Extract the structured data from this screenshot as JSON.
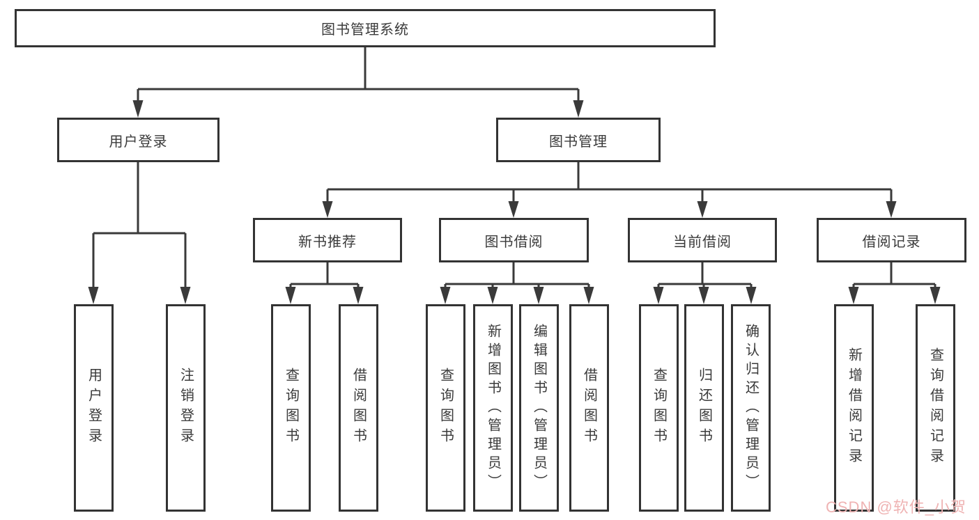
{
  "diagram": {
    "root": {
      "label": "图书管理系统"
    },
    "level2": [
      {
        "label": "用户登录"
      },
      {
        "label": "图书管理"
      }
    ],
    "level3": [
      {
        "label": "新书推荐",
        "parent": "图书管理"
      },
      {
        "label": "图书借阅",
        "parent": "图书管理"
      },
      {
        "label": "当前借阅",
        "parent": "图书管理"
      },
      {
        "label": "借阅记录",
        "parent": "图书管理"
      }
    ],
    "level4": [
      {
        "label": "用户登录",
        "parent": "用户登录"
      },
      {
        "label": "注销登录",
        "parent": "用户登录"
      },
      {
        "label": "查询图书",
        "parent": "新书推荐"
      },
      {
        "label": "借阅图书",
        "parent": "新书推荐"
      },
      {
        "label": "查询图书",
        "parent": "图书借阅"
      },
      {
        "label": "新增图书（管理员）",
        "parent": "图书借阅"
      },
      {
        "label": "编辑图书（管理员）",
        "parent": "图书借阅"
      },
      {
        "label": "借阅图书",
        "parent": "图书借阅"
      },
      {
        "label": "查询图书",
        "parent": "当前借阅"
      },
      {
        "label": "归还图书",
        "parent": "当前借阅"
      },
      {
        "label": "确认归还（管理员）",
        "parent": "当前借阅"
      },
      {
        "label": "新增借阅记录",
        "parent": "借阅记录"
      },
      {
        "label": "查询借阅记录",
        "parent": "借阅记录"
      }
    ]
  },
  "watermark": {
    "text": "CSDN @软件_小贺同学"
  },
  "colors": {
    "line": "#3a3a3a",
    "box_border": "#333333",
    "text": "#3a3a3a",
    "background": "#ffffff",
    "watermark": "#efb3b3"
  }
}
